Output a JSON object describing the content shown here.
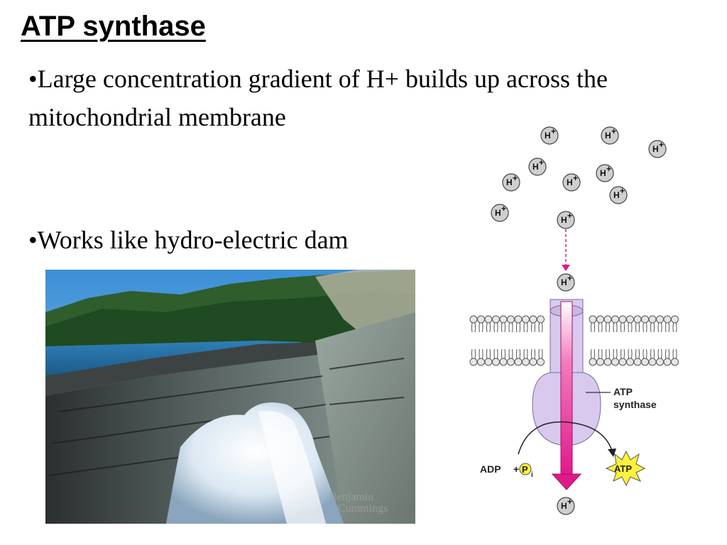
{
  "slide": {
    "title": "ATP synthase",
    "bullets": [
      "•Large concentration gradient of H+ builds up across the mitochondrial membrane",
      "•Works like hydro-electric dam"
    ]
  },
  "photo": {
    "subject": "hydro-electric dam releasing water",
    "watermark": [
      "Benjamin",
      "Cummings"
    ]
  },
  "diagram": {
    "ion_label": "H",
    "ion_charge": "+",
    "enzyme_label": [
      "ATP",
      "synthase"
    ],
    "adp_label": "ADP",
    "plus": "+",
    "phosphate": "P",
    "phosphate_sub": "i",
    "product_label": "ATP",
    "colors": {
      "ion_fill": "#cfcfcf",
      "membrane_head": "#e6e6e6",
      "enzyme_fill": "#d9c9ee",
      "proton_arrow": "#e0198a",
      "atp_burst": "#fff23a"
    }
  }
}
